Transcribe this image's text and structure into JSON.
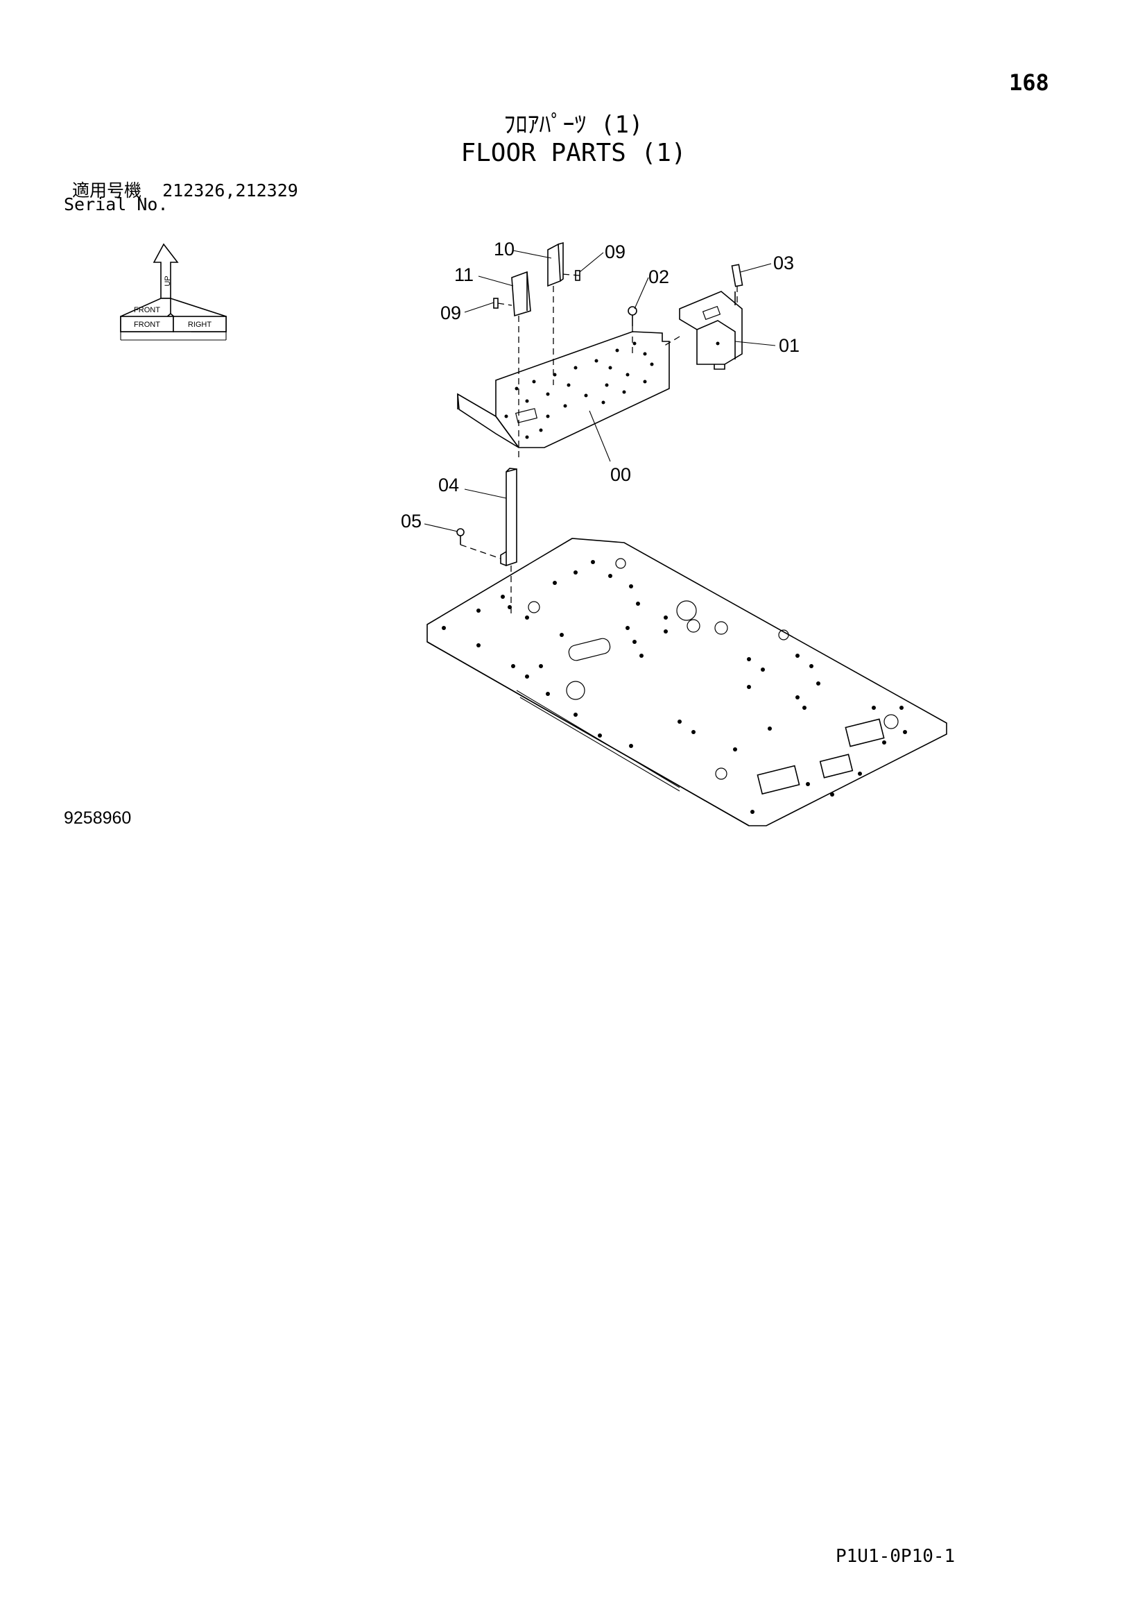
{
  "page": {
    "number": "168",
    "title_jp": "ﾌﾛｱﾊﾟｰﾂ (1)",
    "title_en": "FLOOR PARTS (1)",
    "serial_label_jp": "適用号機",
    "serial_numbers": "212326,212329",
    "serial_label_en": "Serial No.",
    "drawing_number": "9258960",
    "page_code": "P1U1-0P10-1"
  },
  "orientation_marker": {
    "labels": [
      "UP",
      "FRONT",
      "RIGHT",
      "FRONT"
    ]
  },
  "callouts": [
    "10",
    "09",
    "11",
    "02",
    "03",
    "09",
    "01",
    "00",
    "04",
    "05"
  ]
}
